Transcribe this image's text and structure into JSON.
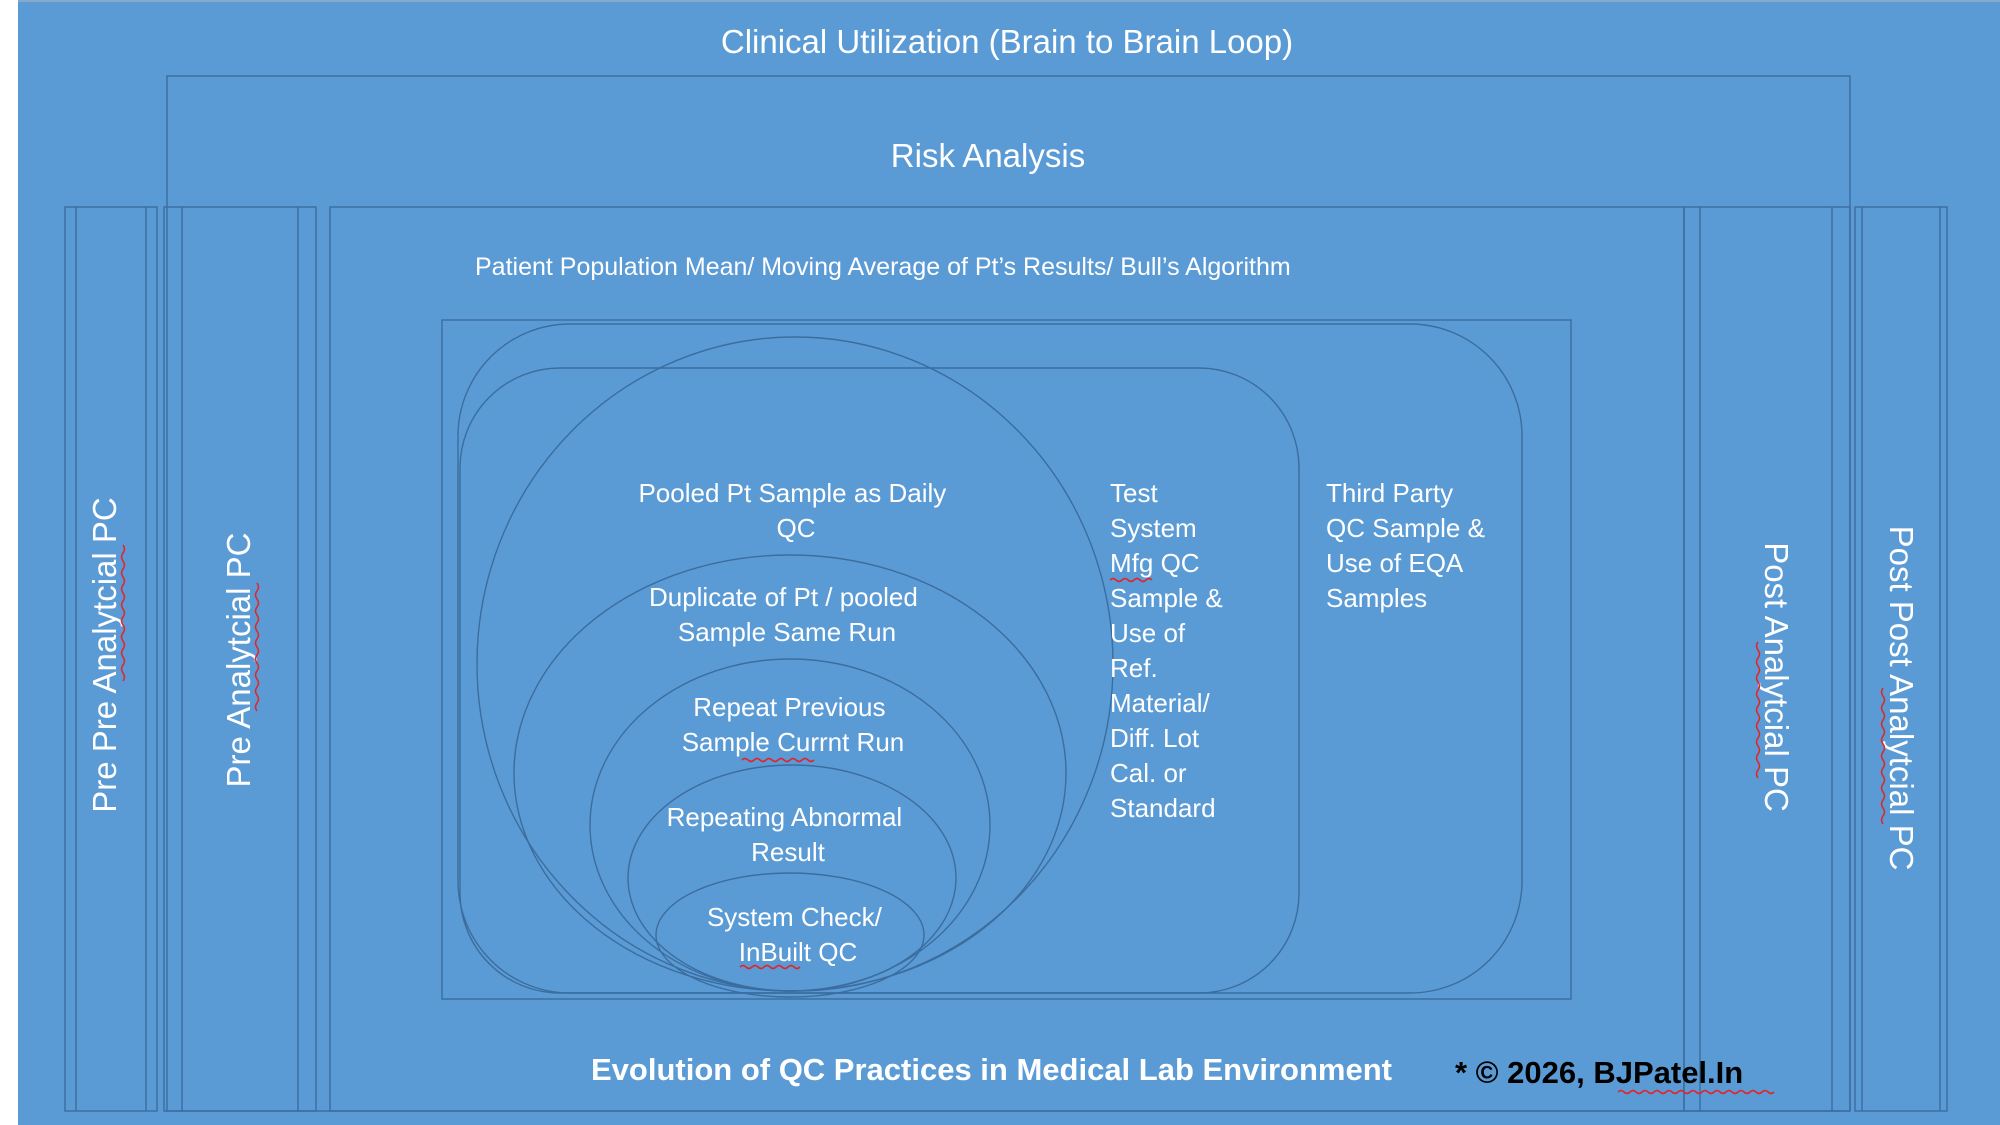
{
  "colors": {
    "background": "#5b9bd5",
    "outline": "#3b6d9e",
    "text": "#ffffff",
    "footer_credit": "#000000",
    "spellcheck_underline": "#e0262a"
  },
  "titles": {
    "top": "Clinical Utilization (Brain to Brain Loop)",
    "risk": "Risk Analysis",
    "patient_mean": "Patient Population Mean/ Moving Average of Pt’s Results/ Bull’s Algorithm"
  },
  "side_labels": {
    "pre_pre": "Pre Pre Analytcial PC",
    "pre": "Pre Analytcial PC",
    "post": "Post Analytcial PC",
    "post_post": "Post Post Analytcial PC"
  },
  "inner": {
    "pooled": [
      "Pooled Pt Sample as Daily",
      "QC"
    ],
    "duplicate": [
      "Duplicate of Pt / pooled",
      "Sample Same Run"
    ],
    "repeat_prev": [
      "Repeat Previous",
      "Sample Currnt Run"
    ],
    "repeat_abn": [
      "Repeating Abnormal",
      "Result"
    ],
    "system_check": [
      "System Check/",
      "InBuilt QC"
    ],
    "test_system": [
      "Test",
      "System",
      "Mfg QC",
      "Sample &",
      "Use of",
      "Ref.",
      "Material/",
      "Diff. Lot",
      "Cal. or",
      "Standard"
    ],
    "third_party": [
      "Third Party",
      "QC Sample &",
      "Use of EQA",
      "Samples"
    ]
  },
  "footer": {
    "title": "Evolution of QC Practices in Medical Lab Environment",
    "credit": "* © 2026, BJPatel.In"
  }
}
